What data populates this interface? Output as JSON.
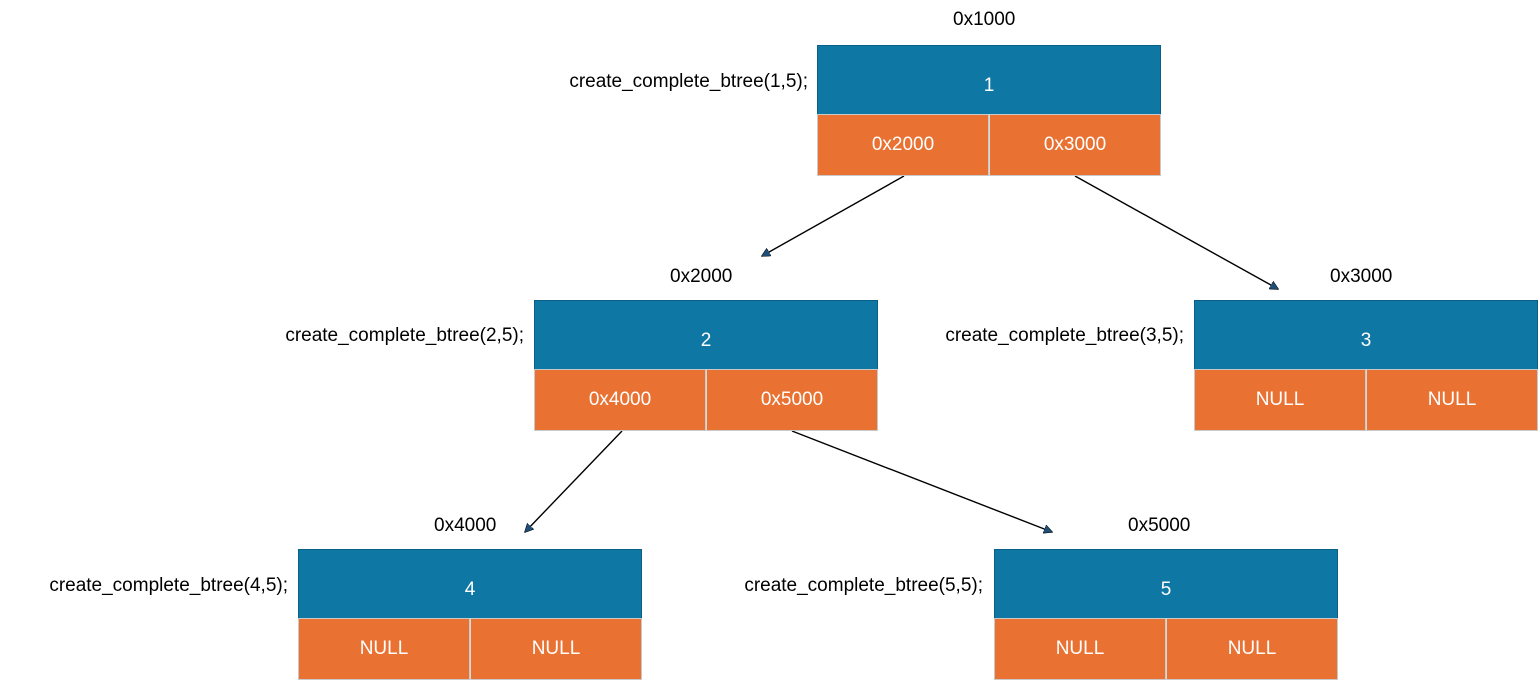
{
  "colors": {
    "value_fill": "#0e77a3",
    "pointer_fill": "#e97132",
    "edge": "#000000",
    "arrowhead": "#1f4e79"
  },
  "nodes": [
    {
      "address": "0x1000",
      "call": "create_complete_btree(1,5);",
      "value": "1",
      "left": "0x2000",
      "right": "0x3000"
    },
    {
      "address": "0x2000",
      "call": "create_complete_btree(2,5);",
      "value": "2",
      "left": "0x4000",
      "right": "0x5000"
    },
    {
      "address": "0x3000",
      "call": "create_complete_btree(3,5);",
      "value": "3",
      "left": "NULL",
      "right": "NULL"
    },
    {
      "address": "0x4000",
      "call": "create_complete_btree(4,5);",
      "value": "4",
      "left": "NULL",
      "right": "NULL"
    },
    {
      "address": "0x5000",
      "call": "create_complete_btree(5,5);",
      "value": "5",
      "left": "NULL",
      "right": "NULL"
    }
  ]
}
